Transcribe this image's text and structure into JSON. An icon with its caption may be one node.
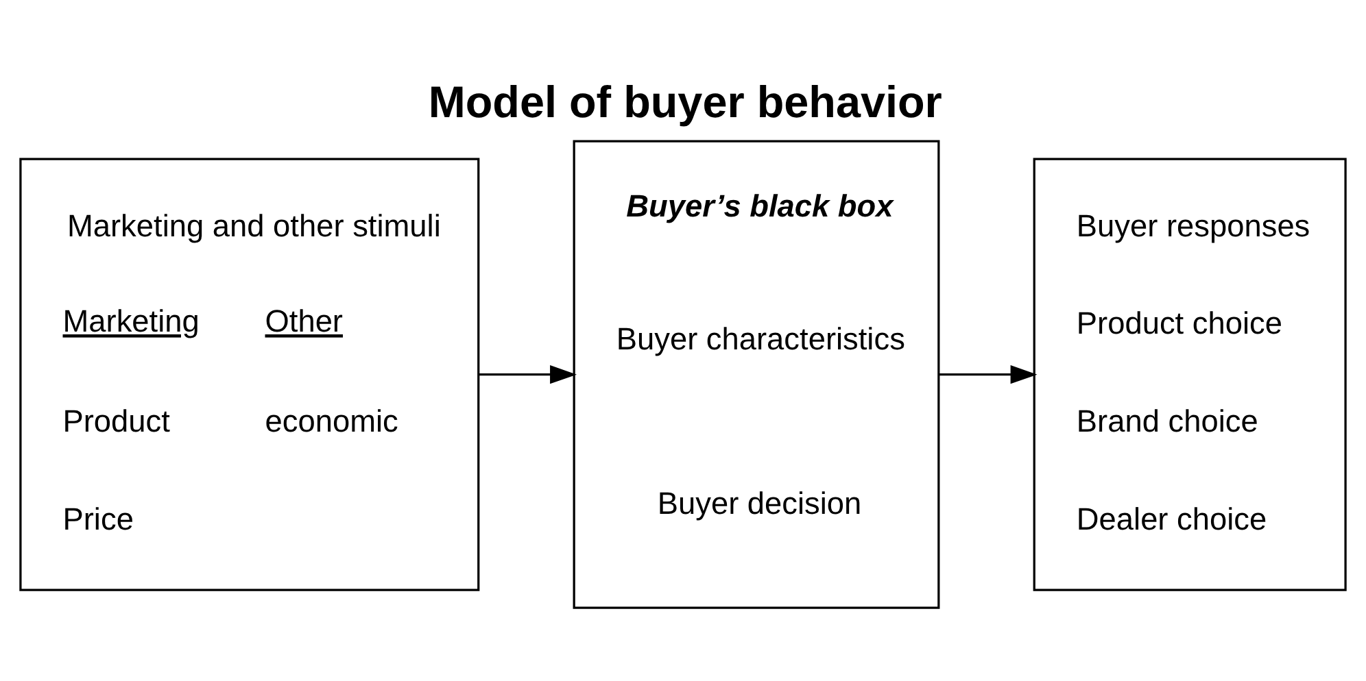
{
  "diagram": {
    "title": "Model of buyer behavior",
    "nodes": [
      {
        "text": [
          "Marketing and other stimuli",
          "Marketing",
          "Other",
          "Product",
          "economic",
          "Price"
        ]
      },
      {
        "text": [
          "Buyer’s black box",
          "Buyer characteristics",
          "Buyer decision"
        ]
      },
      {
        "text": [
          "Buyer responses",
          "Product choice",
          "Brand choice",
          "Dealer choice"
        ]
      }
    ],
    "edges": [
      {
        "from": 0,
        "to": 1,
        "arrow": "to"
      },
      {
        "from": 1,
        "to": 2,
        "arrow": "to"
      }
    ]
  }
}
